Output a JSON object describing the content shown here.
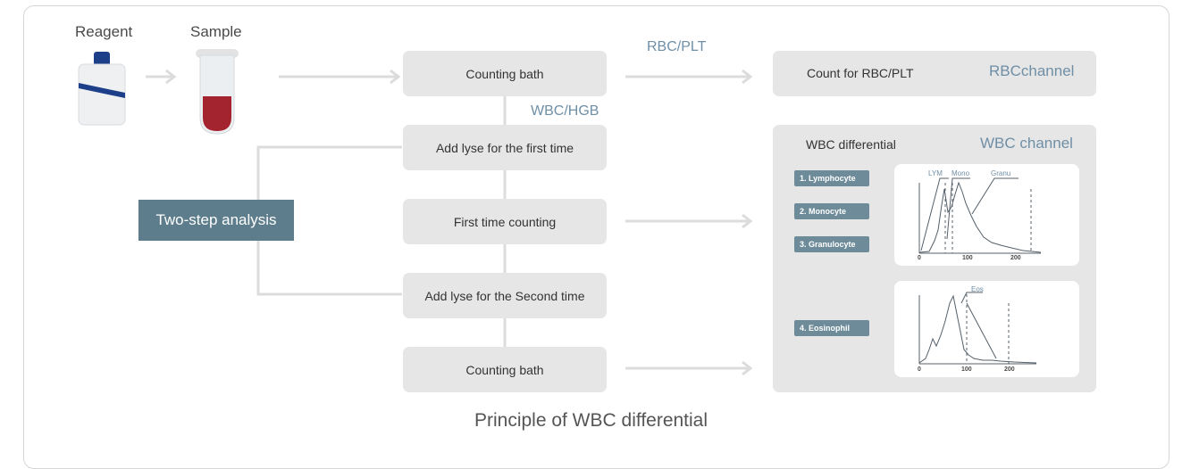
{
  "top": {
    "reagent_label": "Reagent",
    "sample_label": "Sample"
  },
  "flow": {
    "counting_bath_top": "Counting bath",
    "rbc_plt_label": "RBC/PLT",
    "wbc_hgb_label": "WBC/HGB",
    "add_lyse_first": "Add lyse for the first time",
    "first_counting": "First time counting",
    "add_lyse_second": "Add lyse for the Second time",
    "counting_bath_bottom": "Counting bath",
    "two_step": "Two-step analysis"
  },
  "rbc_panel": {
    "text": "Count for RBC/PLT",
    "channel": "RBCchannel"
  },
  "wbc_panel": {
    "title": "WBC differential",
    "channel": "WBC channel",
    "chips": [
      "1. Lymphocyte",
      "2. Monocyte",
      "3. Granulocyte",
      "4. Eosinophil"
    ]
  },
  "chart1": {
    "labels": [
      "LYM",
      "Mono",
      "Granu"
    ],
    "ticks": [
      "0",
      "100",
      "200"
    ]
  },
  "chart2": {
    "labels": [
      "Eos"
    ],
    "ticks": [
      "0",
      "100",
      "200"
    ]
  },
  "caption": "Principle of WBC differential",
  "colors": {
    "box": "#e6e6e6",
    "chip": "#6d8b99",
    "accent_text": "#6f8fa6",
    "tube_red": "#a3242f"
  }
}
